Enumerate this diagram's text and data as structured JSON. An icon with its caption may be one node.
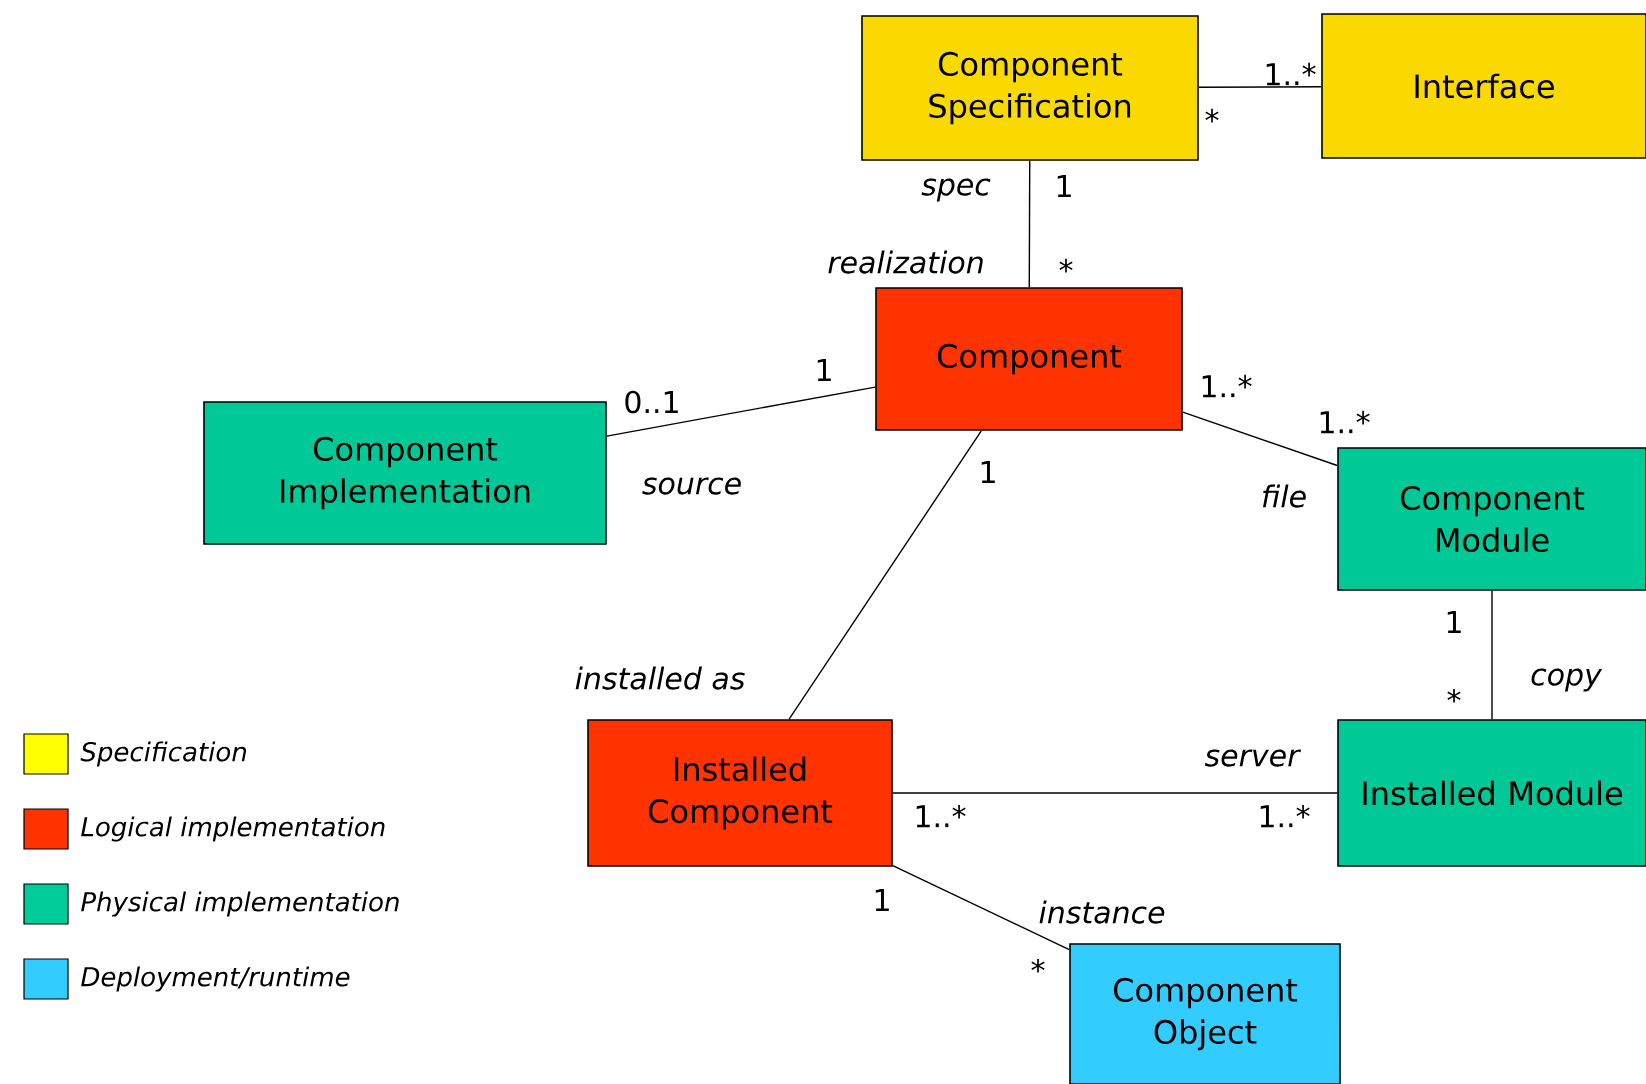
{
  "diagram": {
    "nodes": [
      {
        "text": [
          "Component Specification"
        ]
      },
      {
        "text": [
          "Interface"
        ]
      },
      {
        "text": [
          "Component"
        ]
      },
      {
        "text": [
          "Component Implementation"
        ]
      },
      {
        "text": [
          "Component Module"
        ]
      },
      {
        "text": [
          "Installed Component"
        ]
      },
      {
        "text": [
          "Installed Module"
        ]
      },
      {
        "text": [
          "Component Object"
        ]
      }
    ],
    "edges": [
      {
        "from": 0,
        "to": 1,
        "arrow": "none"
      },
      {
        "from": 0,
        "to": 2,
        "arrow": "none"
      },
      {
        "from": 2,
        "to": 3,
        "arrow": "none"
      },
      {
        "from": 2,
        "to": 4,
        "arrow": "none"
      },
      {
        "from": 2,
        "to": 5,
        "arrow": "none"
      },
      {
        "from": 4,
        "to": 6,
        "arrow": "none"
      },
      {
        "from": 5,
        "to": 6,
        "arrow": "none"
      },
      {
        "from": 5,
        "to": 7,
        "arrow": "none"
      }
    ],
    "labels": [
      "1..*",
      "*",
      "spec",
      "1",
      "realization",
      "*",
      "1",
      "1..*",
      "0..1",
      "1..*",
      "1",
      "source",
      "file",
      "1",
      "installed as",
      "copy",
      "*",
      "server",
      "1..*",
      "1..*",
      "1",
      "instance",
      "*"
    ],
    "legend": [
      {
        "text": "Specification",
        "color": "#ffff00"
      },
      {
        "text": "Logical implementation",
        "color": "#ff3300"
      },
      {
        "text": "Physical implementation",
        "color": "#00cc99"
      },
      {
        "text": "Deployment/runtime",
        "color": "#33ccff"
      }
    ]
  }
}
